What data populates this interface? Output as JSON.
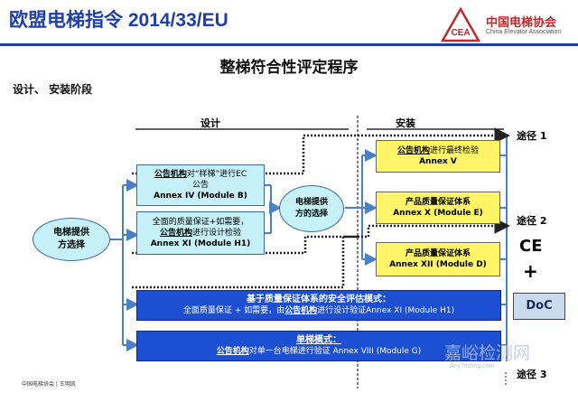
{
  "header": {
    "title": "欧盟电梯指令 2014/33/EU",
    "logo_badge": "CEA",
    "logo_cn": "中国电梯协会",
    "logo_en": "China Elevator Association"
  },
  "slide_title": "整梯符合性评定程序",
  "phase_label": "设计、 安装阶段",
  "columns": {
    "design": "设计",
    "install": "安装"
  },
  "left_choice": {
    "line1": "电梯提供",
    "line2": "方选择"
  },
  "mid_choice": {
    "line1": "电梯提供",
    "line2": "方的选择"
  },
  "box_annex_iv": {
    "org": "公告机构",
    "line1_rest": "对“样梯”进行EC",
    "line2": "公告",
    "line3": "Annex IV  (Module B)"
  },
  "box_annex_xi": {
    "line1": "全面的质量保证+如需要，",
    "org": "公告机构",
    "line2_rest": "进行设计检验",
    "line3": "Annex XI (Module H1)"
  },
  "box_annex_v": {
    "org": "公告机构",
    "line1_rest": "进行最终检验",
    "line2": "Annex V"
  },
  "box_annex_x": {
    "line1": "产品质量保证体系",
    "line2": "Annex X (Module E)"
  },
  "box_annex_xii": {
    "line1": "产品质量保证体系",
    "line2": "Annex XII (Module D)"
  },
  "band_h1": {
    "title": "基于质量保证体系的安全评估模式：",
    "sub_pre": "全面质量保证 + 如需要，由",
    "org": "公告机构",
    "sub_post": "进行设计验证Annex XI (Module H1)"
  },
  "band_g": {
    "title": "单梯模式：",
    "org": "公告机构",
    "sub_post": "对单一台电梯进行验证 Annex VIII (Module G)"
  },
  "routes": {
    "r1": "途径 1",
    "r2": "途径 2",
    "r3": "途径 3"
  },
  "ce_mark": "CE",
  "plus": "+",
  "doc": "DoC",
  "footer": "中国电梯协会 | 王明凯",
  "watermark": "嘉峪检测网",
  "watermark_en": "AnyTesting.com",
  "colors": {
    "title_blue": "#1f3fa8",
    "cyan": "#c7f1f8",
    "yellow": "#fff566",
    "band_blue": "#1d4fd2",
    "arrow": "#4a80c8"
  }
}
